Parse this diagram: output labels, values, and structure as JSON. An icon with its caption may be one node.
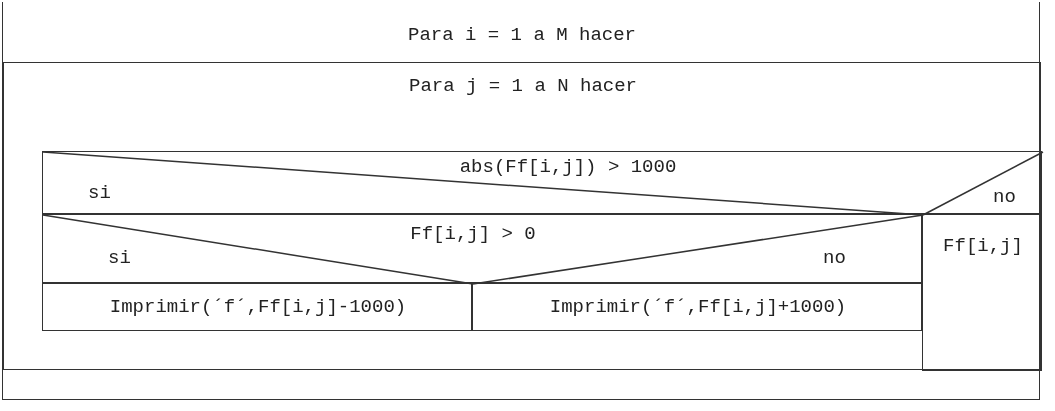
{
  "diagram": {
    "nodes": [
      {
        "text": [
          "Para i = 1 a M hacer"
        ]
      },
      {
        "text": [
          "Para j = 1 a N hacer"
        ],
        "in": 0
      },
      {
        "text": [
          "abs(Ff[i,j]) > 1000",
          "si",
          "no"
        ],
        "in": 1
      },
      {
        "text": [
          "Ff[i,j] > 0",
          "si",
          "no"
        ],
        "in": 1
      },
      {
        "text": [
          "Imprimir(´f´,Ff[i,j]-1000)"
        ],
        "in": 1
      },
      {
        "text": [
          "Imprimir(´f´,Ff[i,j]+1000)"
        ],
        "in": 1
      },
      {
        "text": [
          "Ff[i,j]"
        ],
        "in": 1
      }
    ],
    "edges": []
  }
}
